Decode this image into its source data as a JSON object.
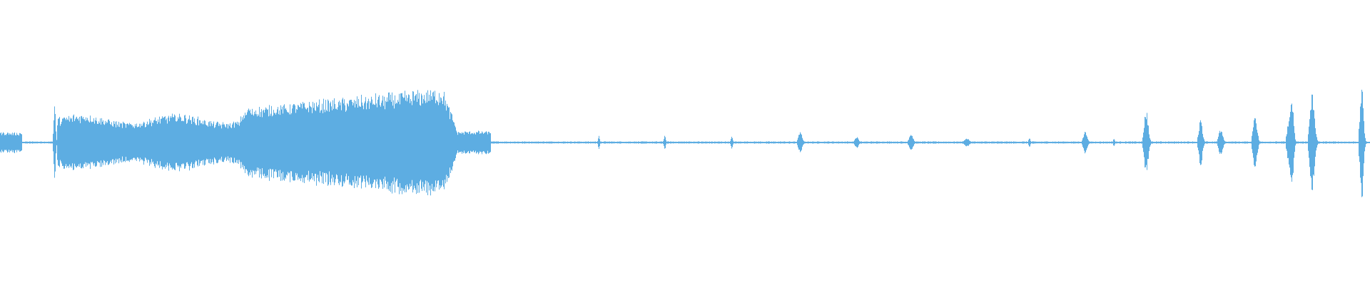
{
  "waveform": {
    "color": "#5dade2",
    "background": "#ffffff",
    "baseline_amplitude": 0.008,
    "segments": [
      {
        "start": 0.0,
        "end": 0.016,
        "amp": 0.09,
        "shape": "flat"
      },
      {
        "start": 0.039,
        "end": 0.042,
        "amp": 0.3,
        "shape": "spike"
      },
      {
        "start": 0.042,
        "end": 0.175,
        "amp": 0.2,
        "shape": "noise"
      },
      {
        "start": 0.175,
        "end": 0.182,
        "amp": 0.26,
        "shape": "ramp-up"
      },
      {
        "start": 0.182,
        "end": 0.322,
        "amp": 0.38,
        "shape": "swell"
      },
      {
        "start": 0.322,
        "end": 0.333,
        "amp": 0.4,
        "shape": "decay"
      },
      {
        "start": 0.333,
        "end": 0.358,
        "amp": 0.1,
        "shape": "flat"
      },
      {
        "start": 0.436,
        "end": 0.439,
        "amp": 0.05,
        "shape": "spike"
      },
      {
        "start": 0.484,
        "end": 0.487,
        "amp": 0.05,
        "shape": "spike"
      },
      {
        "start": 0.533,
        "end": 0.536,
        "amp": 0.05,
        "shape": "spike"
      },
      {
        "start": 0.582,
        "end": 0.589,
        "amp": 0.08,
        "shape": "spike"
      },
      {
        "start": 0.623,
        "end": 0.63,
        "amp": 0.04,
        "shape": "spike"
      },
      {
        "start": 0.663,
        "end": 0.67,
        "amp": 0.06,
        "shape": "spike"
      },
      {
        "start": 0.703,
        "end": 0.712,
        "amp": 0.03,
        "shape": "spike"
      },
      {
        "start": 0.75,
        "end": 0.754,
        "amp": 0.03,
        "shape": "spike"
      },
      {
        "start": 0.79,
        "end": 0.797,
        "amp": 0.08,
        "shape": "spike"
      },
      {
        "start": 0.812,
        "end": 0.815,
        "amp": 0.03,
        "shape": "spike"
      },
      {
        "start": 0.834,
        "end": 0.842,
        "amp": 0.22,
        "shape": "spike"
      },
      {
        "start": 0.874,
        "end": 0.881,
        "amp": 0.16,
        "shape": "spike"
      },
      {
        "start": 0.889,
        "end": 0.896,
        "amp": 0.1,
        "shape": "spike"
      },
      {
        "start": 0.914,
        "end": 0.921,
        "amp": 0.2,
        "shape": "spike"
      },
      {
        "start": 0.939,
        "end": 0.946,
        "amp": 0.18,
        "shape": "spike"
      },
      {
        "start": 0.941,
        "end": 0.947,
        "amp": 0.32,
        "shape": "spike"
      },
      {
        "start": 0.955,
        "end": 0.964,
        "amp": 0.34,
        "shape": "spike"
      },
      {
        "start": 0.992,
        "end": 0.998,
        "amp": 0.42,
        "shape": "spike"
      }
    ]
  }
}
